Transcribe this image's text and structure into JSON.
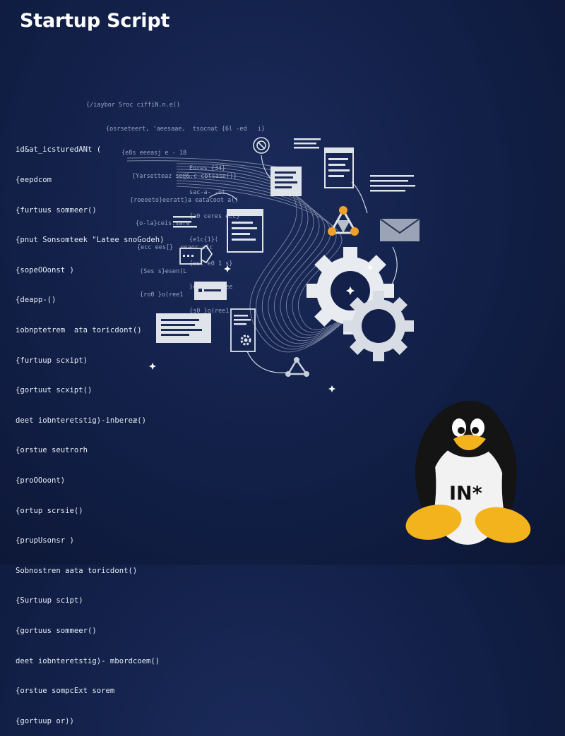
{
  "title": "Startup Script",
  "code_lines": [
    "id&at_icsturedANt (",
    "{eepdcom",
    "{furtuus sommeer()",
    "{pnut Sonsomteek \"Latee snoGodeh)",
    "{sopeOOonst )",
    "{deapp-()",
    "iobnptetrem  ata toricdont()",
    "{furtuup scxipt)",
    "{gortuut scxipt()",
    "deet iobnteretstig)-inbereæ()",
    "{orstue seutrorh",
    "{proOOoont)",
    "{ortup scrsie()",
    "{prupUsonsr )",
    "Sobnostren aata toricdont()",
    "{Surtuup scipt)",
    "{gortuus sommeer()",
    "deet iobnteretstig)- mbordcoem()",
    "{orstue sompcExt sorem",
    "{gortuup or))"
  ],
  "faint_top": [
    "{/iaybor Sroc ciffiN.n.e()",
    "{osrseteert, 'aeesaae,  tsocnat {6l -ed   i}",
    "{e8s eeeasj e - 18",
    "{Yarsetteaz se@&.c cbtsase()}",
    "{roeeeto}eeratt}a eatacoot a()",
    "{o-la}ceis.sare",
    "{ecc ees[}  eeaor eic",
    "(Ses s}esen(L",
    "{ro0 }o(ree1"
  ],
  "faint_mid": [
    "Eores {34}",
    "sac-a- -ot",
    "{a0 ceres ecc}",
    "{e1c{1}(",
    "{est e0 1 s}",
    "}ee ee ] oee",
    "{s0 }o(ree1"
  ],
  "mascot_label": "IN*",
  "colors": {
    "background": "#13214a",
    "icon_light": "#dfe3ea",
    "accent_orange": "#f0a12a",
    "penguin_yellow": "#f3b31c"
  },
  "icons": [
    "document-icon",
    "window-icon",
    "gear-icon",
    "envelope-icon",
    "chat-bubble-icon",
    "network-icon",
    "triangle-node-icon",
    "penguin-mascot",
    "sparkle-icon"
  ]
}
